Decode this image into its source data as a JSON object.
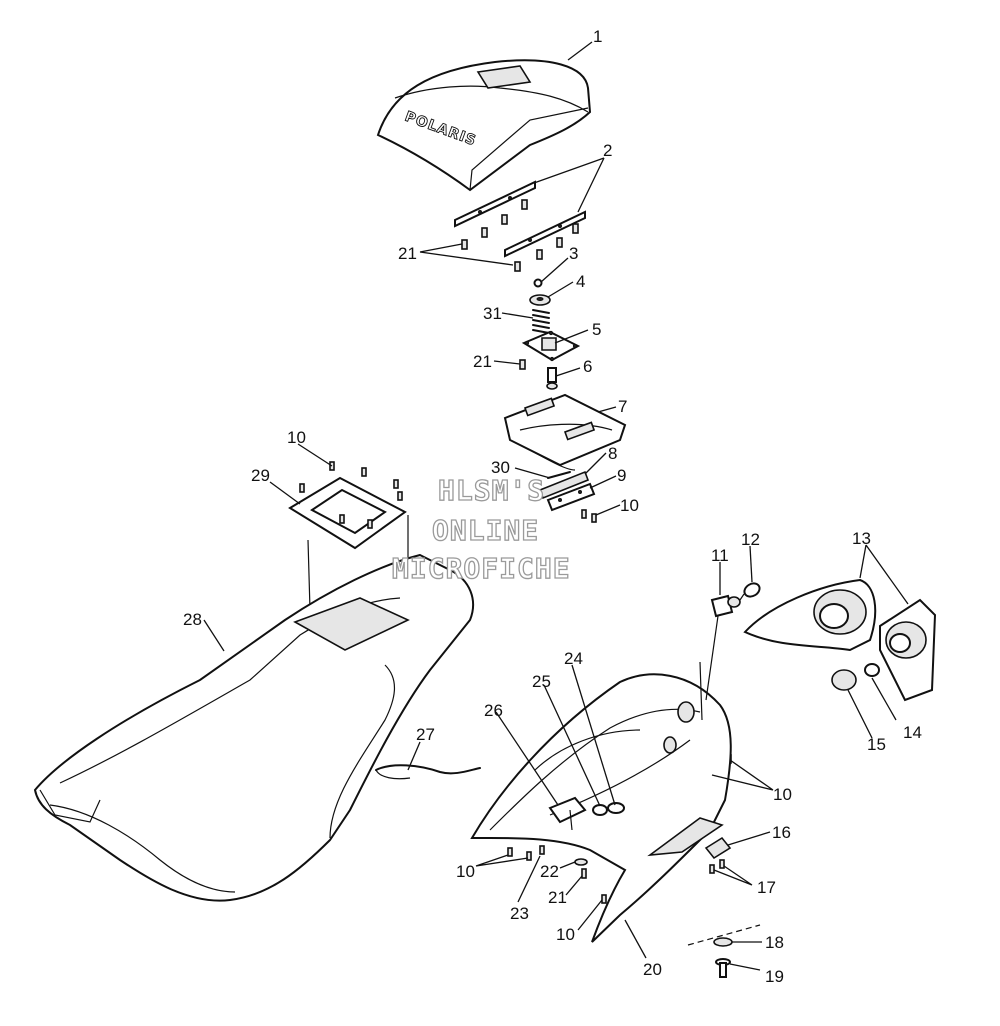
{
  "diagram": {
    "callouts": [
      {
        "id": "c1",
        "text": "1"
      },
      {
        "id": "c2",
        "text": "2"
      },
      {
        "id": "c21a",
        "text": "21"
      },
      {
        "id": "c3",
        "text": "3"
      },
      {
        "id": "c4",
        "text": "4"
      },
      {
        "id": "c31",
        "text": "31"
      },
      {
        "id": "c5",
        "text": "5"
      },
      {
        "id": "c21b",
        "text": "21"
      },
      {
        "id": "c6",
        "text": "6"
      },
      {
        "id": "c7",
        "text": "7"
      },
      {
        "id": "c10a",
        "text": "10"
      },
      {
        "id": "c29",
        "text": "29"
      },
      {
        "id": "c30",
        "text": "30"
      },
      {
        "id": "c8",
        "text": "8"
      },
      {
        "id": "c9",
        "text": "9"
      },
      {
        "id": "c10b",
        "text": "10"
      },
      {
        "id": "c11",
        "text": "11"
      },
      {
        "id": "c12",
        "text": "12"
      },
      {
        "id": "c13",
        "text": "13"
      },
      {
        "id": "c28",
        "text": "28"
      },
      {
        "id": "c24",
        "text": "24"
      },
      {
        "id": "c25",
        "text": "25"
      },
      {
        "id": "c14",
        "text": "14"
      },
      {
        "id": "c15",
        "text": "15"
      },
      {
        "id": "c26",
        "text": "26"
      },
      {
        "id": "c27",
        "text": "27"
      },
      {
        "id": "c10c",
        "text": "10"
      },
      {
        "id": "c16",
        "text": "16"
      },
      {
        "id": "c10d",
        "text": "10"
      },
      {
        "id": "c22",
        "text": "22"
      },
      {
        "id": "c17",
        "text": "17"
      },
      {
        "id": "c21c",
        "text": "21"
      },
      {
        "id": "c23",
        "text": "23"
      },
      {
        "id": "c10e",
        "text": "10"
      },
      {
        "id": "c18",
        "text": "18"
      },
      {
        "id": "c20",
        "text": "20"
      },
      {
        "id": "c19",
        "text": "19"
      }
    ],
    "seat_cowl_logo": "POLARIS",
    "watermark": [
      "HLSM'S",
      "ONLINE",
      "MICROFICHE"
    ]
  }
}
